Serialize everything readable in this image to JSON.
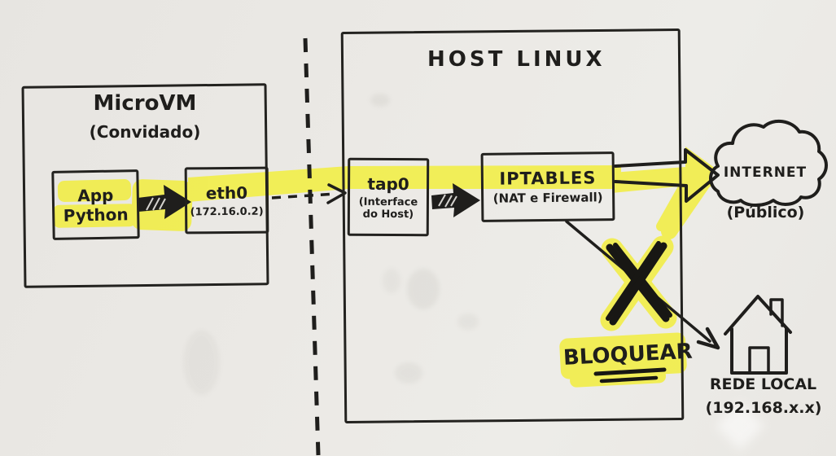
{
  "microvm": {
    "title": "MicroVM",
    "subtitle": "(Convidado)",
    "app": {
      "line1": "App",
      "line2": "Python"
    },
    "eth0": {
      "label": "eth0",
      "ip": "(172.16.0.2)"
    }
  },
  "host": {
    "title": "HOST LINUX",
    "tap0": {
      "label": "tap0",
      "sub_line1": "(Interface",
      "sub_line2": "do Host)"
    },
    "iptables": {
      "label": "IPTABLES",
      "sub": "(NAT e Firewall)"
    }
  },
  "internet": {
    "label": "INTERNET",
    "sub": "(Público)"
  },
  "local_network": {
    "label": "REDE LOCAL",
    "sub": "(192.168.x.x)"
  },
  "block": {
    "label": "BLOQUEAR"
  },
  "icons": {
    "internet": "cloud-icon",
    "local_network": "house-icon",
    "blocked": "x-mark-icon"
  },
  "colors": {
    "highlight": "#F2EE3E",
    "ink": "#1F1E1C",
    "paper": "#E9E7E3"
  }
}
